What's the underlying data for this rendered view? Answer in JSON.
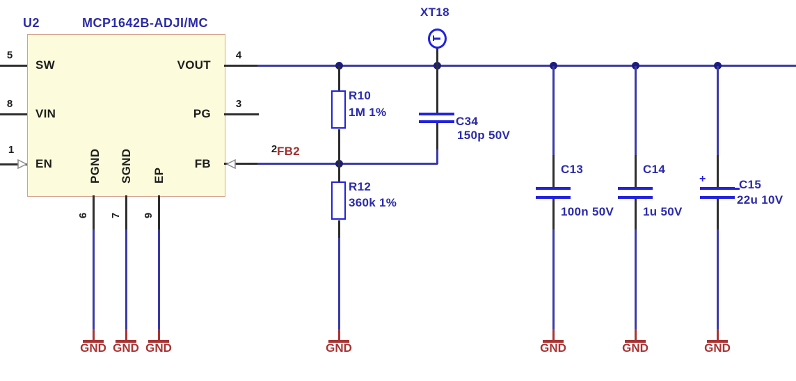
{
  "ic": {
    "ref": "U2",
    "part": "MCP1642B-ADJI/MC",
    "left_pins": [
      {
        "num": "5",
        "name": "SW"
      },
      {
        "num": "8",
        "name": "VIN"
      },
      {
        "num": "1",
        "name": "EN"
      }
    ],
    "right_pins": [
      {
        "num": "4",
        "name": "VOUT"
      },
      {
        "num": "3",
        "name": "PG"
      },
      {
        "num": "2",
        "name": "FB"
      }
    ],
    "bottom_pins": [
      {
        "num": "6",
        "name": "PGND"
      },
      {
        "num": "7",
        "name": "SGND"
      },
      {
        "num": "9",
        "name": "EP"
      }
    ]
  },
  "test_point": {
    "ref": "XT18"
  },
  "net_label": "FB2",
  "resistors": [
    {
      "ref": "R10",
      "value": "1M 1%"
    },
    {
      "ref": "R12",
      "value": "360k 1%"
    }
  ],
  "capacitors": [
    {
      "ref": "C34",
      "value": "150p 50V"
    },
    {
      "ref": "C13",
      "value": "100n 50V"
    },
    {
      "ref": "C14",
      "value": "1u 50V"
    },
    {
      "ref": "C15",
      "value": "22u 10V",
      "polarity": "+"
    }
  ],
  "ground_label": "GND",
  "colors": {
    "wire_black": "#2e2e2e",
    "wire_blue": "#3a3aa6",
    "symbol_blue": "#2222dd",
    "label_blue": "#2b2bab",
    "junction_blue": "#1b1b7e",
    "ground_red": "#a93434",
    "net_label_red": "#a03030",
    "ic_fill": "#fcfcdc",
    "ic_border": "#d5a18e"
  }
}
